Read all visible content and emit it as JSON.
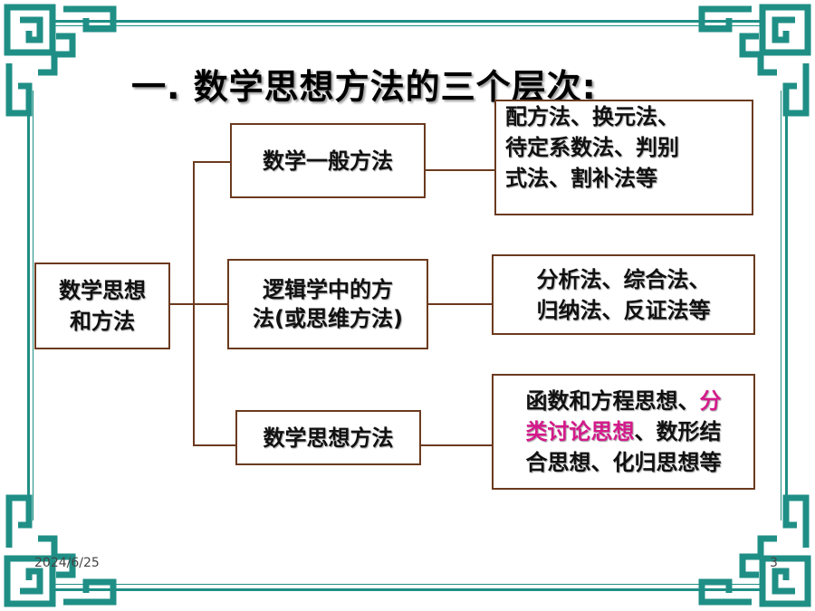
{
  "slide": {
    "title": "一.  数学思想方法的三个层次:",
    "root": {
      "line1": "数学思想",
      "line2": "和方法"
    },
    "branches": [
      {
        "label_line1": "数学一般方法",
        "label_line2": ""
      },
      {
        "label_line1": "逻辑学中的方",
        "label_line2": "法(或思维方法)"
      },
      {
        "label_line1": "数学思想方法",
        "label_line2": ""
      }
    ],
    "details": [
      {
        "lines": [
          "配方法、换元法、",
          "待定系数法、判别",
          "式法、割补法等"
        ]
      },
      {
        "lines": [
          "分析法、综合法、",
          "归纳法、反证法等"
        ]
      },
      {
        "line1_a": "函数和方程思想、",
        "line1_b": "分",
        "line2_a": "类讨论思想",
        "line2_b": "、数形结",
        "line3": "合思想、化归思想等"
      }
    ],
    "date": "2024/6/25",
    "page_number": "3"
  },
  "colors": {
    "frame": "#1f8f86",
    "box_border": "#6b3a1f",
    "highlight": "#d4198a"
  }
}
